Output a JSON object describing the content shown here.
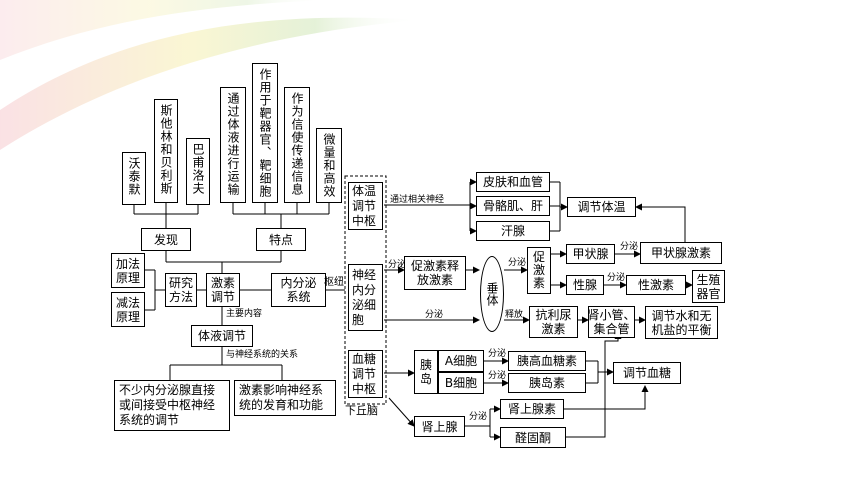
{
  "nodes": {
    "discover": "发现",
    "features": "特点",
    "wotaimo": "沃泰默",
    "starling_bayliss": "斯他林和贝利斯",
    "pavlov": "巴甫洛夫",
    "feat_body_fluid": "通过体液进行运输",
    "feat_target": "作用于靶器官、靶细胞",
    "feat_messenger": "作为信使传递信息",
    "feat_trace": "微量和高效",
    "add_principle": "加法\n原理",
    "sub_principle": "减法\n原理",
    "method": "研究\n方法",
    "hormone_reg": "激素\n调节",
    "endocrine": "内分泌\n系统",
    "body_fluid_reg": "体液调节",
    "relation_a": "不少内分泌腺直接或间接受中枢神经系统的调节",
    "relation_b": "激素影响神经系统的发育和功能",
    "center_temp": "体温调节中枢",
    "center_neuro": "神经内分泌细胞",
    "center_glucose": "血糖调节中枢",
    "skin_vessels": "皮肤和血管",
    "skeletal_liver": "骨骼肌、肝",
    "sweat": "汗腺",
    "reg_temp": "调节体温",
    "releasing": "促激素释\n放激素",
    "pituitary": "垂体",
    "tropic": "促\n激\n素",
    "thyroid": "甲状腺",
    "thyroid_hormone": "甲状腺激素",
    "gonad": "性腺",
    "sex_hormone": "性激素",
    "reproductive": "生殖\n器官",
    "adh": "抗利尿\n激素",
    "kidney": "肾小管、\n集合管",
    "water_salt": "调节水和无\n机盐的平衡",
    "pancreas": "胰\n岛",
    "a_cell": "A细胞",
    "b_cell": "B细胞",
    "glucagon": "胰高血糖素",
    "insulin": "胰岛素",
    "reg_glucose": "调节血糖",
    "adrenal": "肾上腺",
    "adrenaline": "肾上腺素",
    "aldosterone": "醛固酮"
  },
  "labels": {
    "hub": "枢纽",
    "via_nerves": "通过相关神经",
    "secrete": "分泌",
    "release": "释放",
    "main_content": "主要内容",
    "relation": "与神经系统的关系",
    "hypothalamus": "下丘脑"
  },
  "colors": {
    "line": "#000000",
    "bg_pink": "#f5c9cf",
    "bg_yellow": "#f7efb0",
    "bg_green": "#cfe6b8"
  }
}
